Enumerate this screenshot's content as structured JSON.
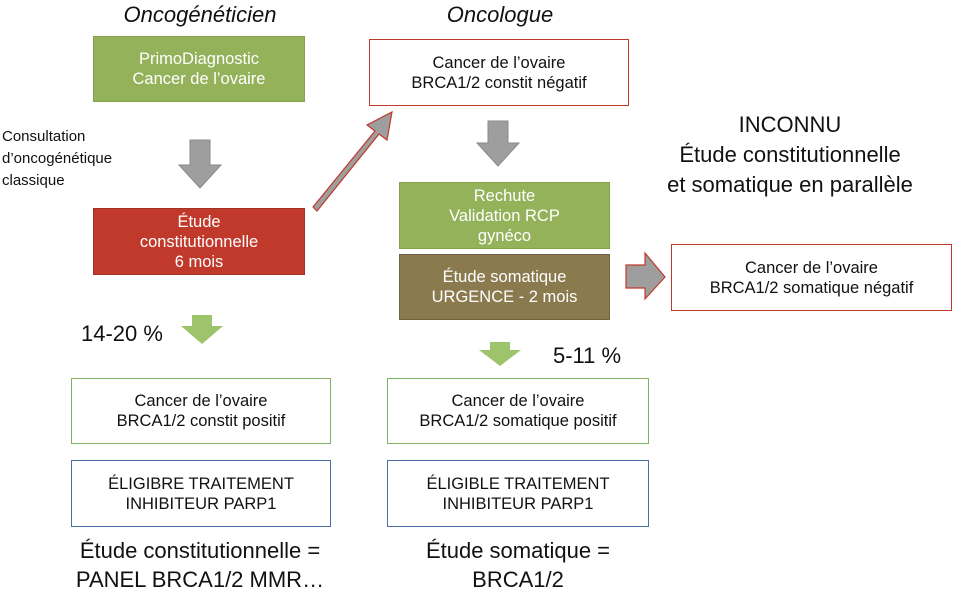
{
  "headers": {
    "left": "Oncogénéticien",
    "right": "Oncologue"
  },
  "left_column": {
    "primo_box": [
      "PrimoDiagnostic",
      "Cancer de l’ovaire"
    ],
    "consultation_note": [
      "Consultation",
      "d’oncogénétique",
      "classique"
    ],
    "constit_study_box": [
      "Étude",
      "constitutionnelle",
      "6 mois"
    ],
    "percentage": "14-20 %",
    "positive_box": [
      "Cancer de l’ovaire",
      "BRCA1/2 constit positif"
    ],
    "eligible_box": [
      "ÉLIGIBRE TRAITEMENT",
      "INHIBITEUR PARP1"
    ],
    "bottom_note": [
      "Étude constitutionnelle =",
      "PANEL BRCA1/2 MMR…"
    ]
  },
  "right_column": {
    "negative_box": [
      "Cancer de l’ovaire",
      "BRCA1/2 constit négatif"
    ],
    "relapse_box": [
      "Rechute",
      "Validation RCP",
      "gynéco"
    ],
    "somatic_study_box": [
      "Étude somatique",
      "URGENCE - 2 mois"
    ],
    "percentage": "5-11 %",
    "positive_box": [
      "Cancer de l’ovaire",
      "BRCA1/2 somatique positif"
    ],
    "eligible_box": [
      "ÉLIGIBLE TRAITEMENT",
      "INHIBITEUR PARP1"
    ],
    "bottom_note": [
      "Étude somatique =",
      "BRCA1/2"
    ]
  },
  "unknown_note": [
    "INCONNU",
    "Étude constitutionnelle",
    "et somatique en parallèle"
  ],
  "somatic_negative_box": [
    "Cancer de l’ovaire",
    "BRCA1/2 somatique négatif"
  ],
  "colors": {
    "green_fill": "#93b25a",
    "red_fill": "#c0392b",
    "olive_fill": "#8a7a4e",
    "gray_arrow": "#9e9e9e",
    "green_arrow": "#9dc36b",
    "blue_outline": "#4a6fa5"
  }
}
